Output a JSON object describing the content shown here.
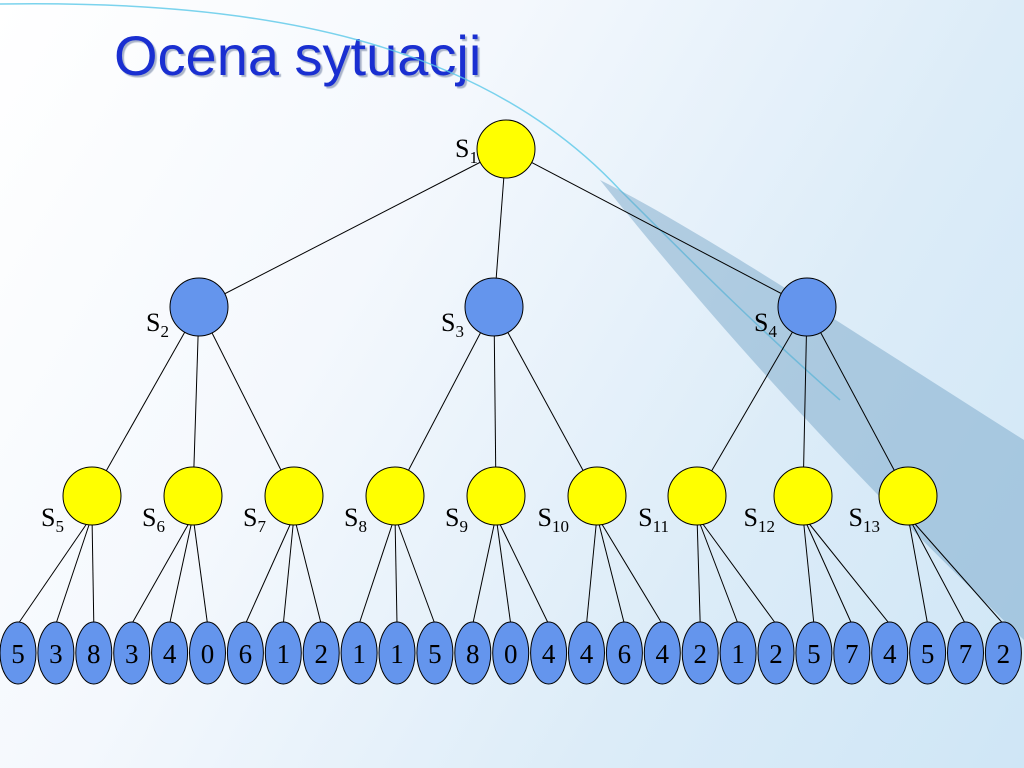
{
  "title": "Ocena sytuacji",
  "colors": {
    "max_node": "#ffff00",
    "min_node": "#6495ed",
    "leaf": "#6495ed",
    "edge": "#000000",
    "title": "#1a2fd1"
  },
  "tree": {
    "root": {
      "letter": "S",
      "sub": "1"
    },
    "level1": [
      {
        "letter": "S",
        "sub": "2"
      },
      {
        "letter": "S",
        "sub": "3"
      },
      {
        "letter": "S",
        "sub": "4"
      }
    ],
    "level2": [
      {
        "letter": "S",
        "sub": "5",
        "parent": 0
      },
      {
        "letter": "S",
        "sub": "6",
        "parent": 0
      },
      {
        "letter": "S",
        "sub": "7",
        "parent": 0
      },
      {
        "letter": "S",
        "sub": "8",
        "parent": 1
      },
      {
        "letter": "S",
        "sub": "9",
        "parent": 1
      },
      {
        "letter": "S",
        "sub": "10",
        "parent": 1
      },
      {
        "letter": "S",
        "sub": "11",
        "parent": 2
      },
      {
        "letter": "S",
        "sub": "12",
        "parent": 2
      },
      {
        "letter": "S",
        "sub": "13",
        "parent": 2
      }
    ],
    "leaves": [
      "5",
      "3",
      "8",
      "3",
      "4",
      "0",
      "6",
      "1",
      "2",
      "1",
      "1",
      "5",
      "8",
      "0",
      "4",
      "4",
      "6",
      "4",
      "2",
      "1",
      "2",
      "5",
      "7",
      "4",
      "5",
      "7",
      "2"
    ]
  }
}
